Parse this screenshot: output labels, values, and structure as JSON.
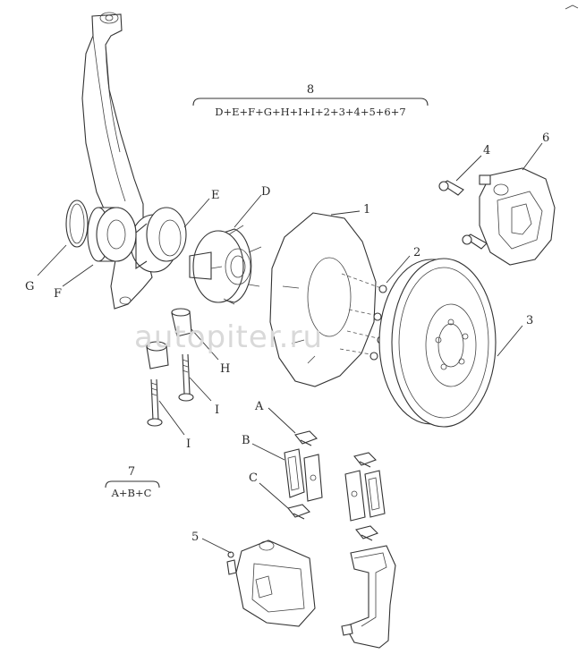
{
  "labels": {
    "part_1": "1",
    "part_2": "2",
    "part_3": "3",
    "part_4": "4",
    "part_5": "5",
    "part_6": "6",
    "part_a": "A",
    "part_b": "B",
    "part_c": "C",
    "part_d": "D",
    "part_e": "E",
    "part_f": "F",
    "part_g": "G",
    "part_h": "H",
    "part_i_1": "I",
    "part_i_2": "I"
  },
  "assemblies": {
    "assembly_8_number": "8",
    "assembly_8_formula": "D+E+F+G+H+I+I+2+3+4+5+6+7",
    "assembly_7_number": "7",
    "assembly_7_formula": "A+B+C"
  },
  "watermark": "autopiter.ru"
}
